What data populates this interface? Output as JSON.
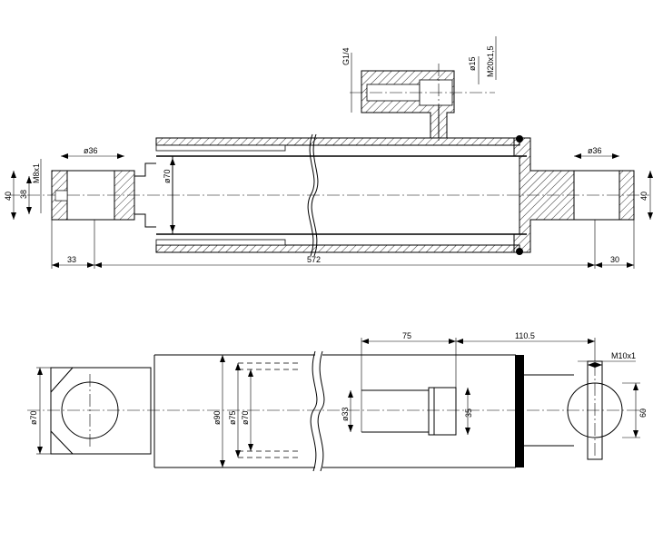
{
  "section_view": {
    "port_thread": "G1/4",
    "port_dia": "ø15",
    "port_fitting_thread": "M20x1,5",
    "rod_eye_hole": "ø36",
    "rod_eye_height": "40",
    "rod_thread_small": "38",
    "rod_thread": "M8x1",
    "bore": "ø70",
    "base_eye_hole": "ø36",
    "base_eye_height": "40",
    "len_left": "33",
    "len_total": "572",
    "len_right": "30"
  },
  "outer_view": {
    "rod_eye_od": "ø70",
    "tube_od": "ø90",
    "inner_dia_1": "ø75",
    "inner_dia_2": "ø70",
    "port_dia": "ø33",
    "port_offset": "75",
    "port_to_eye": "110.5",
    "grease_nipple": "M10x1",
    "port_height": "35",
    "base_eye_width": "60"
  },
  "colors": {
    "line": "#000000",
    "background": "#ffffff"
  }
}
